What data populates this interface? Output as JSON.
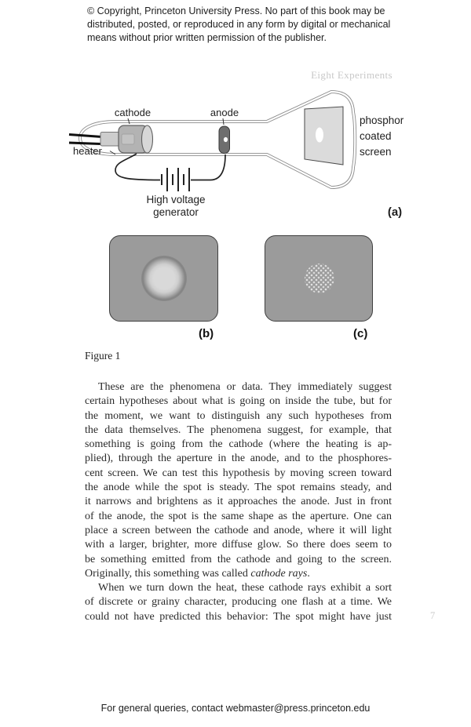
{
  "page": {
    "copyright": "© Copyright, Princeton University Press. No part of this book may be\ndistributed, posted, or reproduced in any form by digital or mechanical\nmeans without prior written permission of the publisher.",
    "running_header": "Eight Experiments",
    "page_number": "7",
    "footer": "For general queries, contact webmaster@press.princeton.edu"
  },
  "figure": {
    "caption": "Figure 1",
    "panel_a_label": "(a)",
    "panel_b_label": "(b)",
    "panel_c_label": "(c)",
    "diagram": {
      "cathode_label": "cathode",
      "anode_label": "anode",
      "heater_label": "heater",
      "generator_lines": [
        "High voltage",
        "generator"
      ],
      "screen_lines": [
        "phosphor",
        "coated",
        "screen"
      ]
    },
    "colors": {
      "panel_gray": "#9b9b9b",
      "panel_border": "#3f3f3f",
      "glow_center": "#d9d9d9",
      "glow_ring": "#838383",
      "dot_color": "#e0e0e0",
      "tube_outline": "#8c8c8c",
      "screen_fill": "#dbdbdb",
      "cathode_fill": "#b3b3b3",
      "cathode_face": "#d7d7d7",
      "anode_fill": "#6e6e6e",
      "wire_color": "#222222"
    }
  },
  "body": {
    "para1_lines": [
      "These are the phenomena or data. They immediately suggest",
      "certain hypotheses about what is going on inside the tube, but for",
      "the moment, we want to distinguish any such hypotheses from",
      "the data themselves. The phenomena suggest, for example, that",
      "something is going from the cathode (where the heating is ap-",
      "plied), through the aperture in the anode, and to the phosphores-",
      "cent screen. We can test this hypothesis by moving screen toward",
      "the anode while the spot is steady. The spot remains steady, and",
      "it narrows and brightens as it approaches the anode. Just in front",
      "of the anode, the spot is the same shape as the aperture. One can",
      "place a screen between the cathode and anode, where it will light",
      "with a larger, brighter, more diffuse glow. So there does seem to",
      "be something emitted from the cathode and going to the screen."
    ],
    "para1_last_before": "Originally, this something was called ",
    "para1_italic": "cathode rays",
    "para1_last_after": ".",
    "para2_lines": [
      "When we turn down the heat, these cathode rays exhibit a sort",
      "of discrete or grainy character, producing one flash at a time. We",
      "could not have predicted this behavior: The spot might have just"
    ]
  }
}
